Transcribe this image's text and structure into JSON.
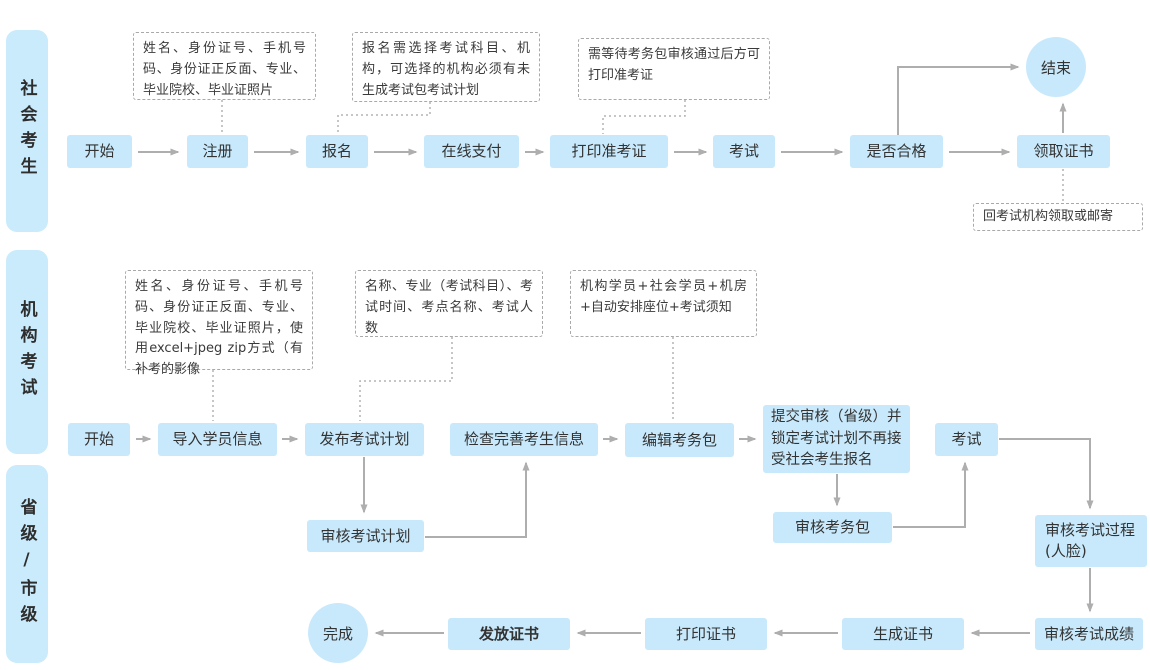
{
  "diagram": {
    "lanes": {
      "social": "社会考生",
      "org": "机构考试",
      "gov": "省级/市级"
    },
    "social": {
      "steps": {
        "start": "开始",
        "register": "注册",
        "signup": "报名",
        "pay": "在线支付",
        "print_ticket": "打印准考证",
        "exam": "考试",
        "pass": "是否合格",
        "get_cert": "领取证书",
        "end": "结束"
      },
      "notes": {
        "register_req": "姓名、身份证号、手机号码、身份证正反面、专业、毕业院校、毕业证照片",
        "signup_req": "报名需选择考试科目、机构，可选择的机构必须有未生成考试包考试计划",
        "ticket_req": "需等待考务包审核通过后方可打印准考证",
        "cert_pickup": "回考试机构领取或邮寄"
      }
    },
    "org": {
      "steps": {
        "start": "开始",
        "import": "导入学员信息",
        "publish": "发布考试计划",
        "check": "检查完善考生信息",
        "edit_pkg": "编辑考务包",
        "submit": "提交审核（省级）并锁定考试计划不再接受社会考生报名",
        "exam": "考试"
      },
      "notes": {
        "import_req": "姓名、身份证号、手机号码、身份证正反面、专业、毕业院校、毕业证照片，使用excel+jpeg zip方式（有补考的影像",
        "publish_req": "名称、专业（考试科目）、考试时间、考点名称、考试人数",
        "pkg_req": "机构学员+社会学员+机房+自动安排座位+考试须知"
      }
    },
    "gov": {
      "steps": {
        "review_plan": "审核考试计划",
        "review_pkg": "审核考务包",
        "review_proc": "审核考试过程(人脸)",
        "review_score": "审核考试成绩",
        "gen_cert": "生成证书",
        "print_cert": "打印证书",
        "issue_cert": "发放证书",
        "done": "完成"
      }
    },
    "colors": {
      "node_fill": "#c8e9fb",
      "lane_fill": "#c9ebfc",
      "arrow": "#aeaeae",
      "note_border": "#a9a9a9",
      "text": "#3a3a3a"
    }
  }
}
